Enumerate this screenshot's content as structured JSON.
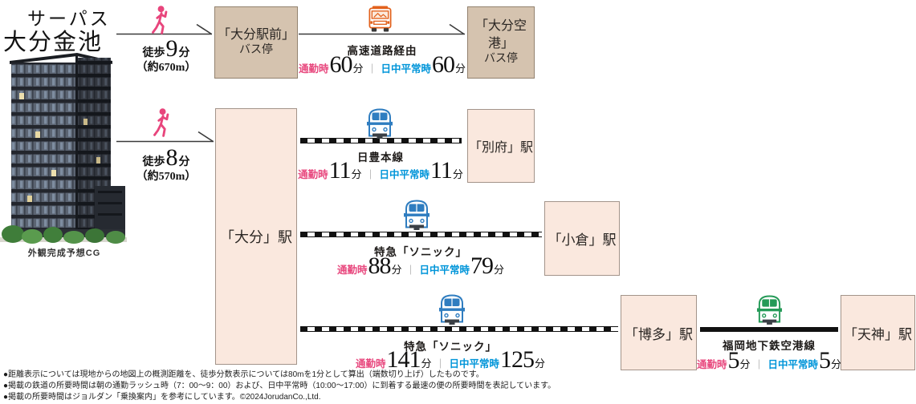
{
  "property": {
    "title_line1": "サーパス",
    "title_line2": "大分金池",
    "building_caption": "外観完成予想CG"
  },
  "labels": {
    "commute": "通勤時",
    "daytime": "日中平常時",
    "minutes": "分",
    "separator": "｜"
  },
  "colors": {
    "commute_pink": "#e8487e",
    "daytime_blue": "#0095d9",
    "bus_stop_box_bg": "#d5c3af",
    "station_box_bg": "#fae8de",
    "bus_orange": "#e2611c",
    "train_blue": "#2f7dc0",
    "train_green": "#249a57",
    "walker_pink": "#e8457c"
  },
  "stops": {
    "oita_ekimae_l1": "「大分駅前」",
    "oita_ekimae_l2": "バス停",
    "oita_airport_l1": "「大分空港」",
    "oita_airport_l2": "バス停",
    "oita_station": "「大分」駅",
    "beppu": "「別府」駅",
    "kokura": "「小倉」駅",
    "hakata": "「博多」駅",
    "tenjin": "「天神」駅"
  },
  "routes": {
    "walk1": {
      "prefix": "徒歩",
      "minutes": "9",
      "distance": "（約670m）"
    },
    "walk2": {
      "prefix": "徒歩",
      "minutes": "8",
      "distance": "（約570m）"
    },
    "bus": {
      "name": "高速道路経由",
      "commute_min": "60",
      "daytime_min": "60"
    },
    "rail1": {
      "name": "日豊本線",
      "commute_min": "11",
      "daytime_min": "11"
    },
    "rail2": {
      "name": "特急「ソニック」",
      "commute_min": "88",
      "daytime_min": "79"
    },
    "rail3": {
      "name": "特急「ソニック」",
      "commute_min": "141",
      "daytime_min": "125"
    },
    "subway": {
      "name": "福岡地下鉄空港線",
      "commute_min": "5",
      "daytime_min": "5"
    }
  },
  "footnotes": [
    "●距離表示については現地からの地図上の概測距離を、徒歩分数表示については80mを1分として算出（端数切り上げ）したものです。",
    "●掲載の鉄道の所要時間は朝の通勤ラッシュ時（7：00～9：00）および、日中平常時（10:00～17:00）に到着する最速の便の所要時間を表記しています。",
    "●掲載の所要時間はジョルダン「乗換案内」を参考にしています。©2024JorudanCo.,Ltd."
  ]
}
